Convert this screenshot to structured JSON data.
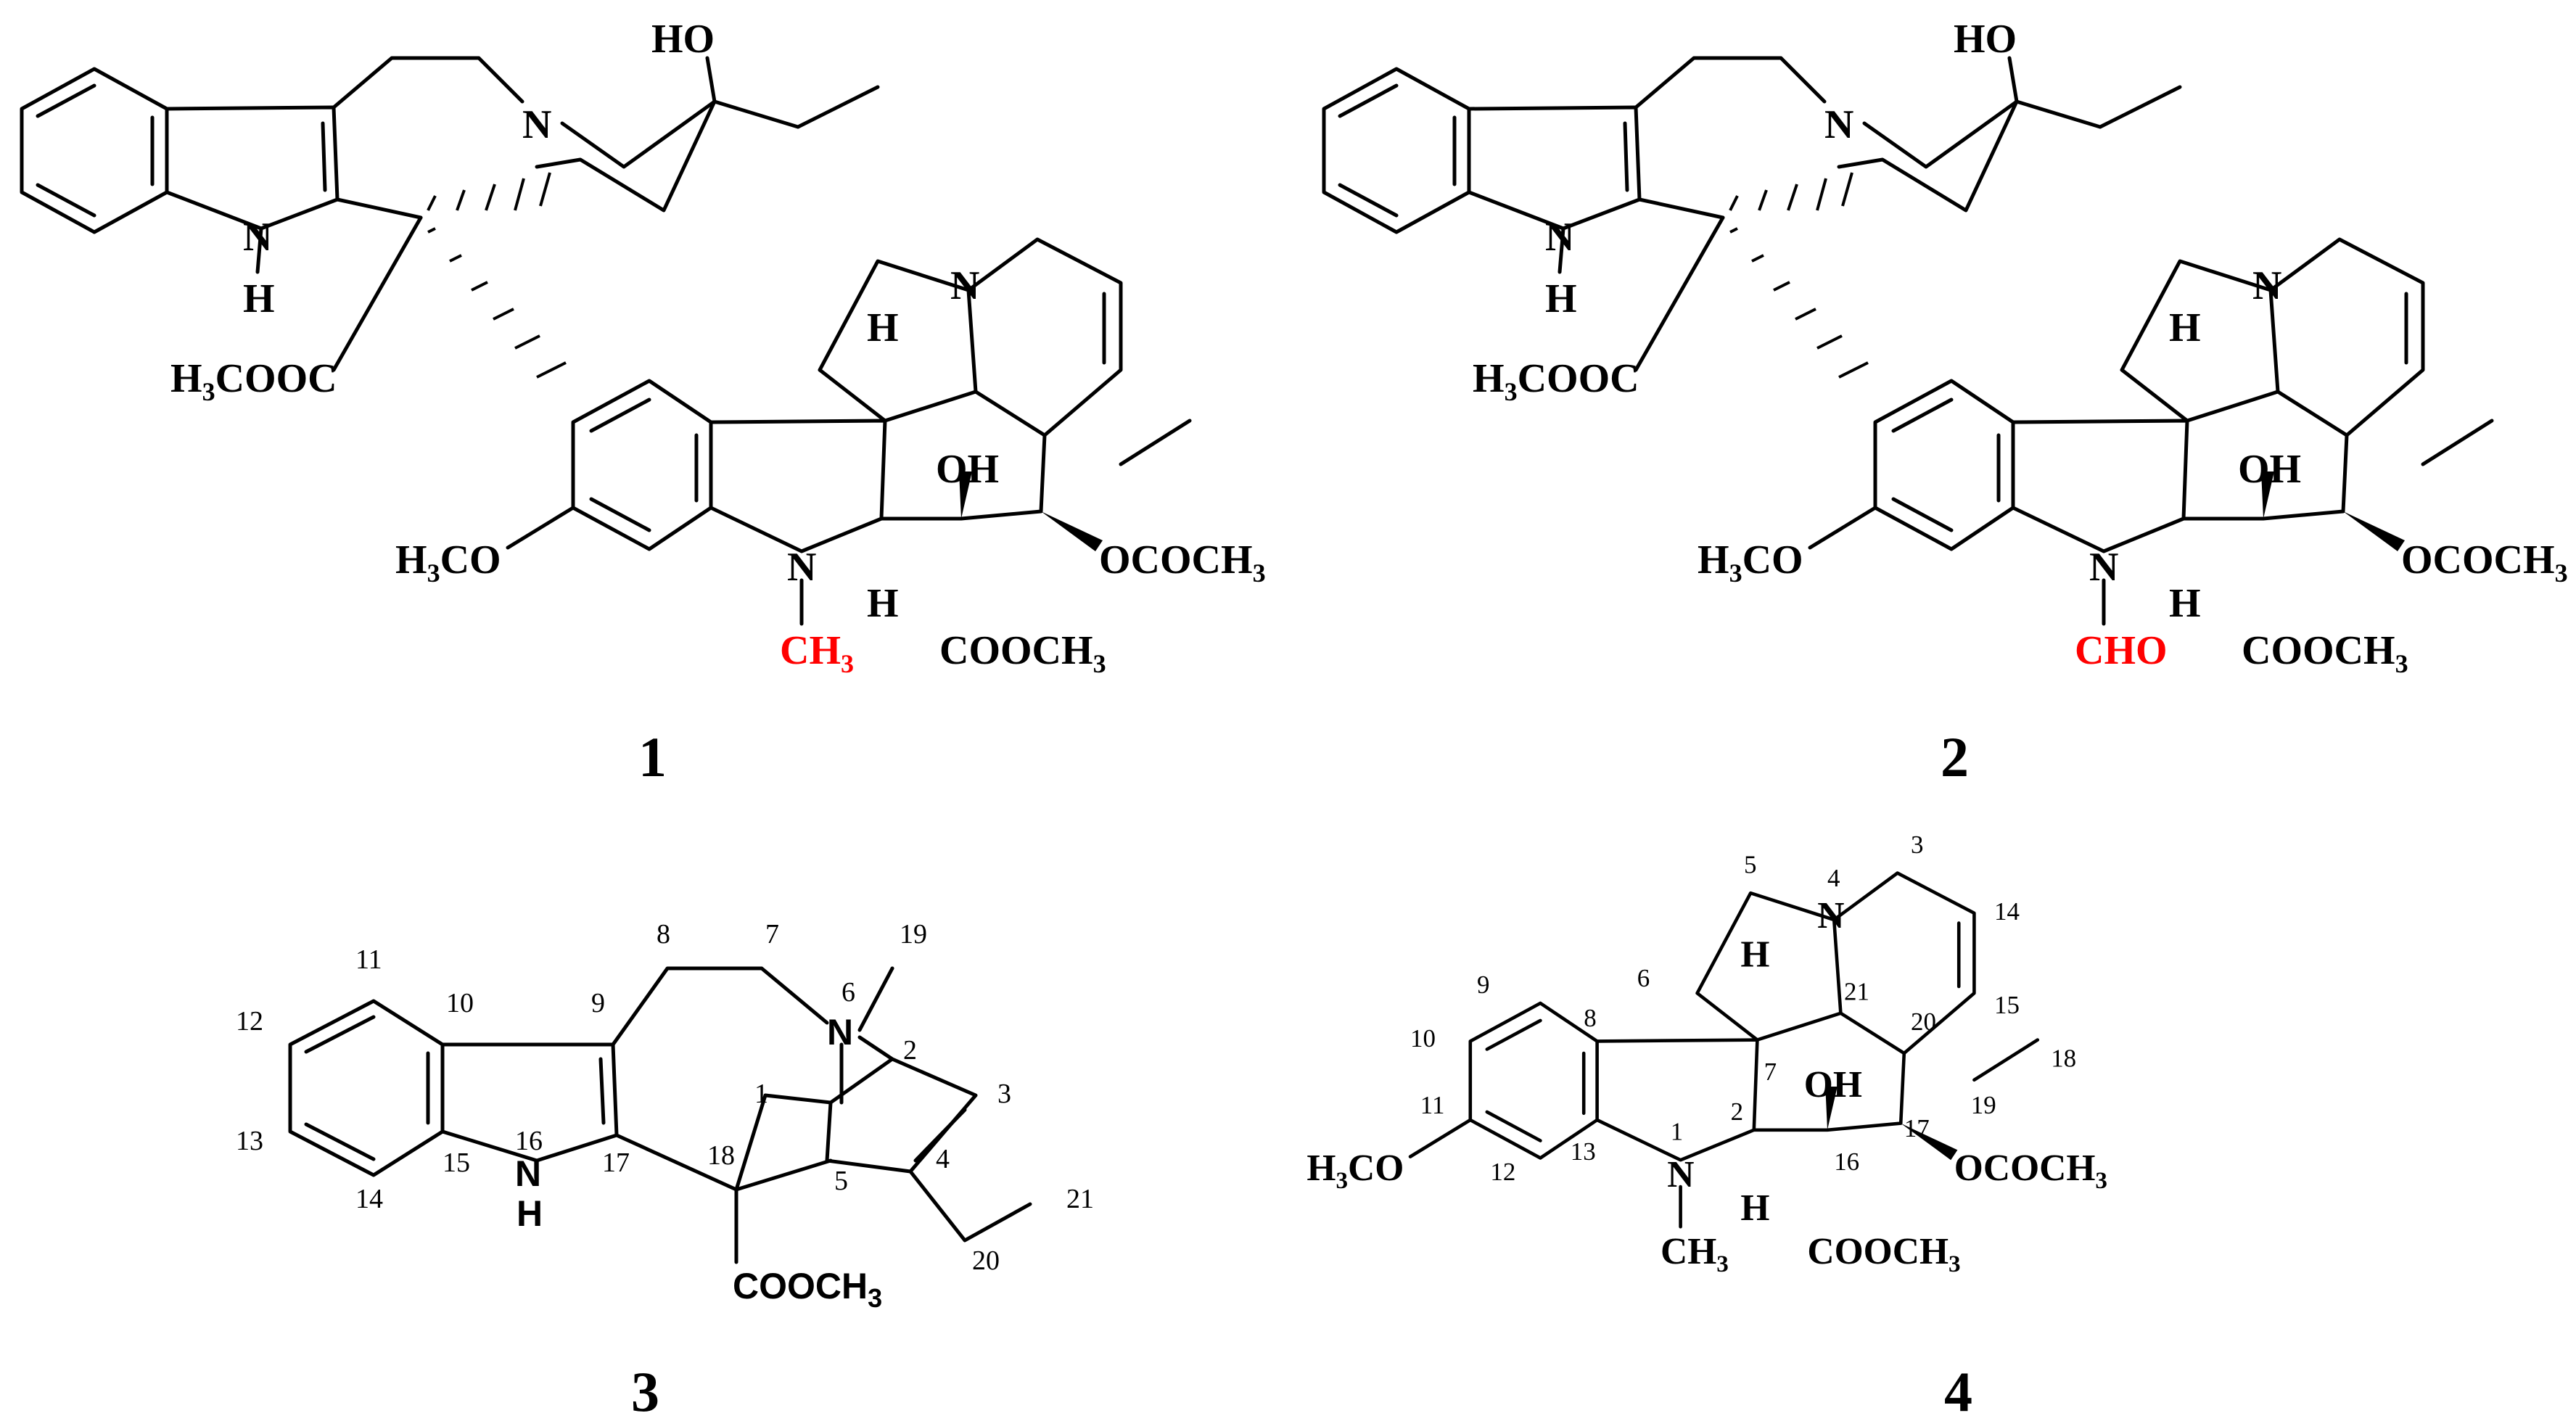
{
  "compound_numbers": [
    "1",
    "2",
    "3",
    "4"
  ],
  "colors": {
    "bond": "#000000",
    "highlight": "#ff0000"
  },
  "compound_1": {
    "label": "1",
    "atoms": {
      "HO": "HO",
      "N_top": "N",
      "N_indole": "N",
      "H_indole": "H",
      "ester": "H3COOC",
      "N_vind": "N",
      "H_top": "H",
      "OH": "OH",
      "methoxy": "H3CO",
      "N1": "N",
      "H_bottom": "H",
      "acetate": "OCOCH3",
      "cooch3": "COOCH3",
      "n_substituent": "CH3"
    }
  },
  "compound_2": {
    "label": "2",
    "atoms": {
      "HO": "HO",
      "N_top": "N",
      "N_indole": "N",
      "H_indole": "H",
      "ester": "H3COOC",
      "N_vind": "N",
      "H_top": "H",
      "OH": "OH",
      "methoxy": "H3CO",
      "N1": "N",
      "H_bottom": "H",
      "acetate": "OCOCH3",
      "cooch3": "COOCH3",
      "n_substituent": "CHO"
    }
  },
  "compound_3": {
    "label": "3",
    "atoms": {
      "N6": "N",
      "NH": "N",
      "H": "H",
      "ester": "COOCH3"
    },
    "numbering": [
      "1",
      "2",
      "3",
      "4",
      "5",
      "6",
      "7",
      "8",
      "9",
      "10",
      "11",
      "12",
      "13",
      "14",
      "15",
      "16",
      "17",
      "18",
      "19",
      "20",
      "21"
    ]
  },
  "compound_4": {
    "label": "4",
    "atoms": {
      "N4": "N",
      "H21": "H",
      "OH": "OH",
      "methoxy": "H3CO",
      "N1": "N",
      "H2": "H",
      "methyl": "CH3",
      "acetate": "OCOCH3",
      "cooch3": "COOCH3"
    },
    "numbering": [
      "1",
      "2",
      "3",
      "4",
      "5",
      "6",
      "7",
      "8",
      "9",
      "10",
      "11",
      "12",
      "13",
      "14",
      "15",
      "16",
      "17",
      "18",
      "19",
      "20",
      "21"
    ]
  }
}
